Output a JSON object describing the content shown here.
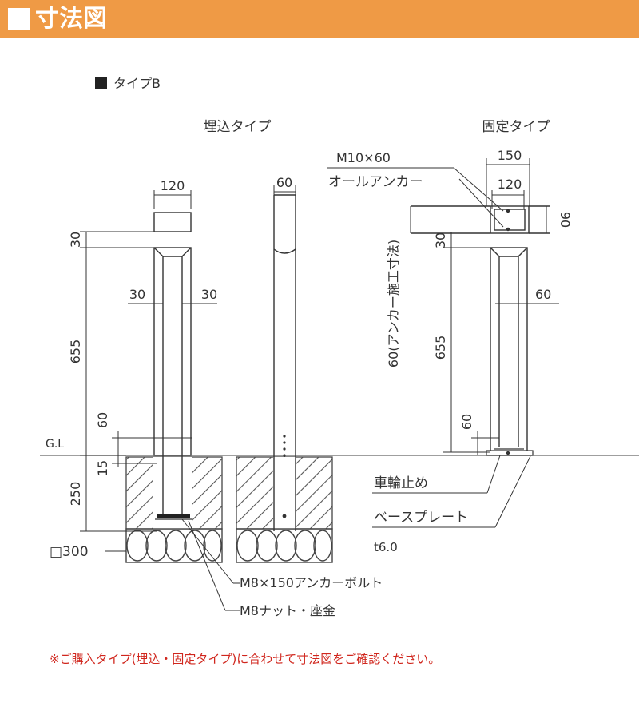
{
  "header": {
    "title": "寸法図",
    "color": "#ef9a45"
  },
  "section": {
    "label": "タイプB"
  },
  "types": {
    "embedded": "埋込タイプ",
    "fixed": "固定タイプ"
  },
  "dims": {
    "w120": "120",
    "w60": "60",
    "d30": "30",
    "d655": "655",
    "d60": "60",
    "d15": "15",
    "d250": "250",
    "w150": "150",
    "h90": "90"
  },
  "labels": {
    "gl": "G.L",
    "square300": "□300",
    "anchor_bolt_spec": "M10×60",
    "anchor_bolt_name": "オールアンカー",
    "anchor_depth": "60(アンカー施工寸法)",
    "wheel_stop": "車輪止め",
    "base_plate": "ベースプレート",
    "plate_thickness": "t6.0",
    "anchor_bolt_embedded": "M8×150アンカーボルト",
    "nut_washer": "M8ナット・座金"
  },
  "note": "※ご購入タイプ(埋込・固定タイプ)に合わせて寸法図をご確認ください。",
  "colors": {
    "note": "#d0261d",
    "line": "#333333"
  }
}
